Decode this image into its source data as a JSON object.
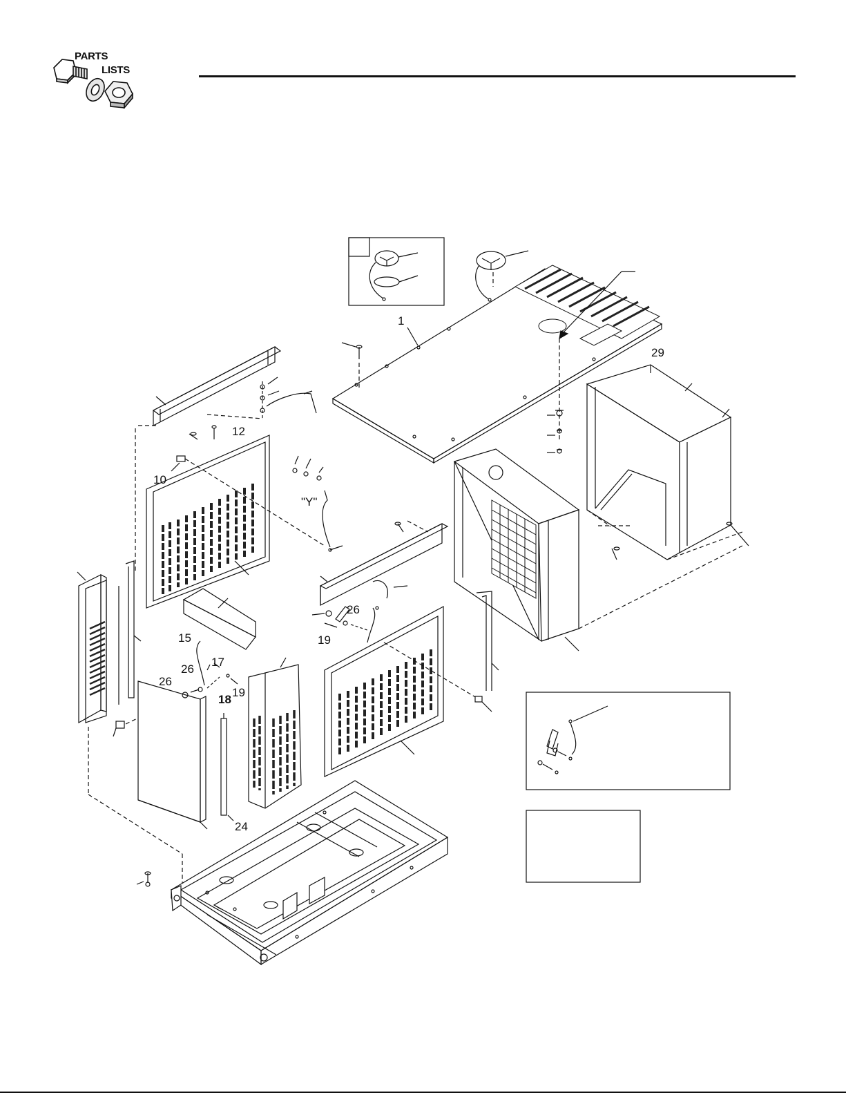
{
  "logo": {
    "line1": "PARTS",
    "line2": "LISTS"
  },
  "callouts": [
    {
      "id": "c1",
      "text": "1"
    },
    {
      "id": "c10",
      "text": "10"
    },
    {
      "id": "c12",
      "text": "12"
    },
    {
      "id": "cY",
      "text": "\"Y\""
    },
    {
      "id": "c26a",
      "text": "26"
    },
    {
      "id": "c19a",
      "text": "19"
    },
    {
      "id": "c15",
      "text": "15"
    },
    {
      "id": "c26b",
      "text": "26"
    },
    {
      "id": "c17",
      "text": "17"
    },
    {
      "id": "c26c",
      "text": "26"
    },
    {
      "id": "c18",
      "text": "18"
    },
    {
      "id": "c19b",
      "text": "19"
    },
    {
      "id": "c24",
      "text": "24"
    },
    {
      "id": "c29",
      "text": "29"
    }
  ]
}
